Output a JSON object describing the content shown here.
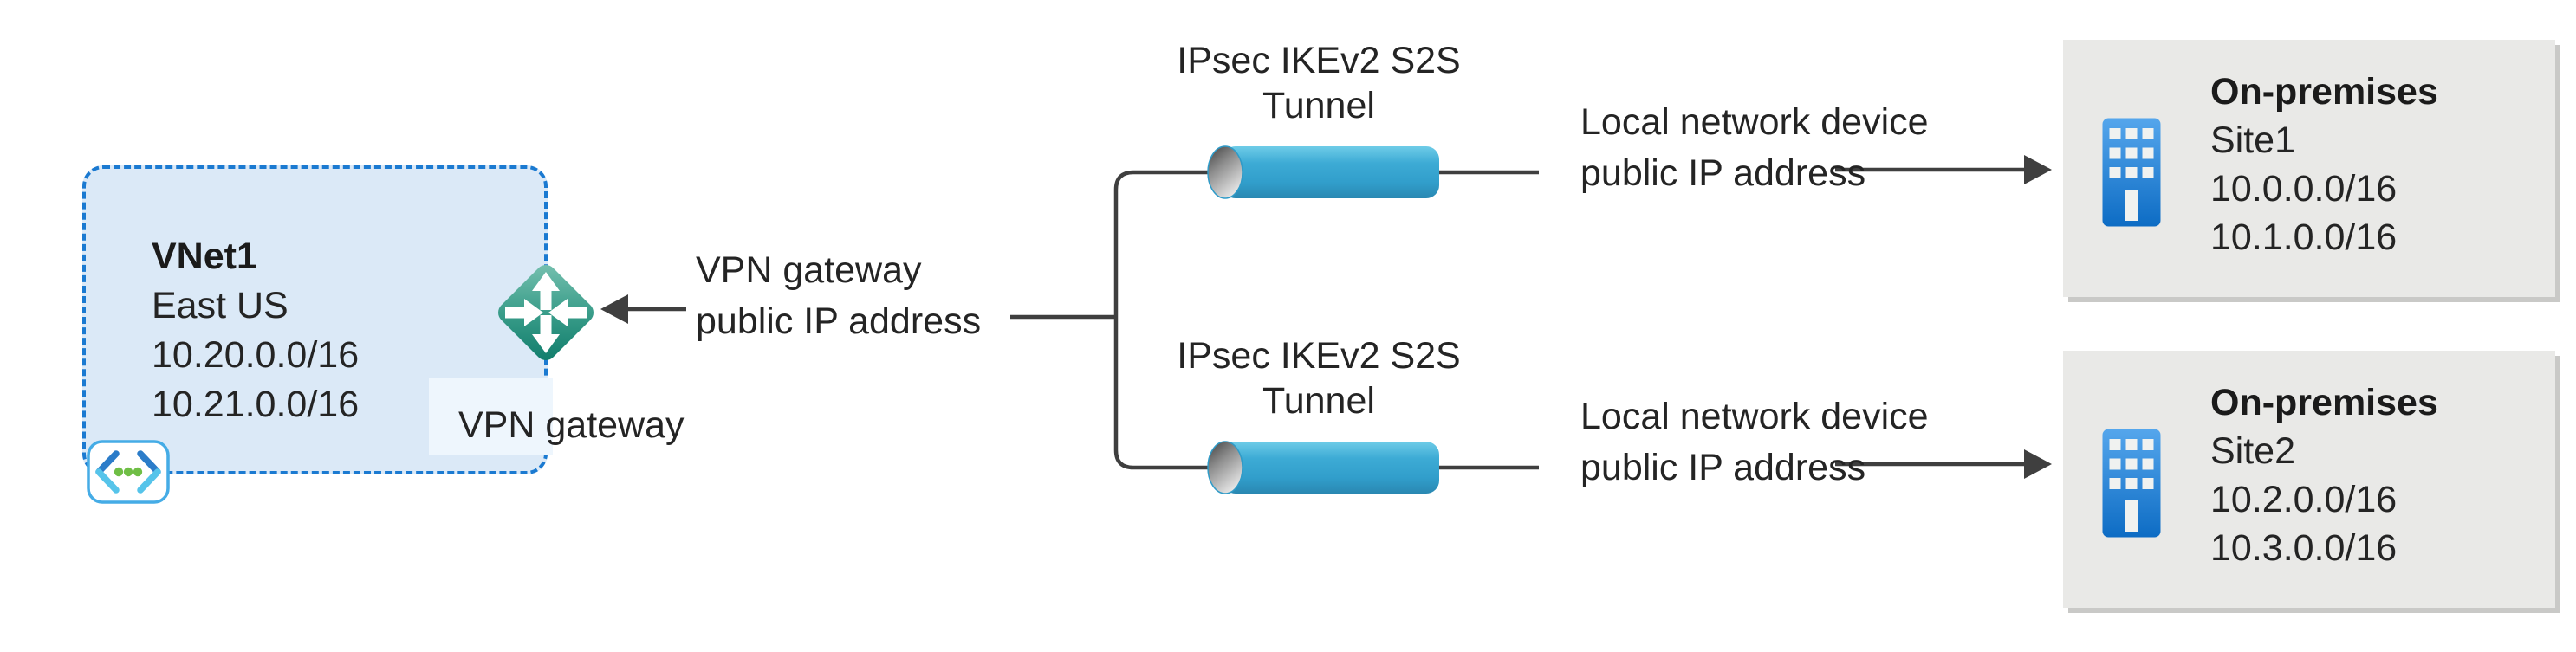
{
  "diagram_title": "Azure VPN gateway multi-site S2S topology",
  "colors": {
    "vnet_fill": "#dbe9f7",
    "vnet_border": "#1b7ad1",
    "gateway_label_bg": "#eef6fd",
    "diamond_teal_light": "#79c2b1",
    "diamond_teal_dark": "#0e7b6a",
    "tunnel_blue": "#3dabd5",
    "site_fill": "#e9e9e7",
    "building_blue_top": "#55a6ec",
    "building_blue_bottom": "#0d6cc4",
    "connector_gray": "#3f3f3f",
    "vnet_icon_dark_blue": "#2b7cc9",
    "vnet_icon_light_blue": "#56c4ea",
    "vnet_icon_green": "#6fbe45"
  },
  "vnet": {
    "name": "VNet1",
    "region": "East US",
    "address_space": [
      "10.20.0.0/16",
      "10.21.0.0/16"
    ],
    "gateway_label": "VPN gateway"
  },
  "gateway_annotation": {
    "line1": "VPN gateway",
    "line2": "public IP address"
  },
  "tunnels": [
    {
      "line1": "IPsec IKEv2 S2S",
      "line2": "Tunnel"
    },
    {
      "line1": "IPsec IKEv2 S2S",
      "line2": "Tunnel"
    }
  ],
  "device_annotations": [
    {
      "line1": "Local network device",
      "line2": "public IP address"
    },
    {
      "line1": "Local network device",
      "line2": "public IP address"
    }
  ],
  "sites": [
    {
      "title": "On-premises",
      "name": "Site1",
      "address_prefixes": [
        "10.0.0.0/16",
        "10.1.0.0/16"
      ]
    },
    {
      "title": "On-premises",
      "name": "Site2",
      "address_prefixes": [
        "10.2.0.0/16",
        "10.3.0.0/16"
      ]
    }
  ]
}
